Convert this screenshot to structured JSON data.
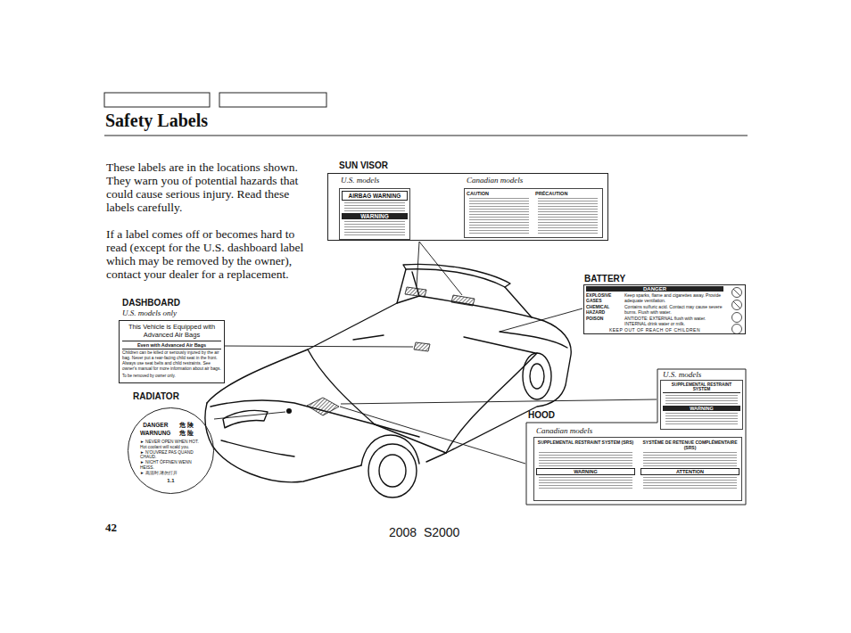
{
  "diagram": {
    "title": "Safety Labels",
    "nodes": [
      {
        "text": [
          "SUN VISOR",
          "U.S. models",
          "Canadian models"
        ]
      },
      {
        "text": [
          "AIRBAG WARNING",
          "WARNING"
        ],
        "in": 0
      },
      {
        "text": [
          "CAUTION",
          "PRÉCAUTION"
        ],
        "in": 0
      },
      {
        "text": [
          "BATTERY",
          "DANGER",
          "EXPLOSIVE GASES",
          "Keep sparks, flame and cigarettes away. Provide adequate ventilation.",
          "CHEMICAL HAZARD",
          "Contains sulfuric acid. Contact may cause severe burns. Flush with water.",
          "POISON",
          "ANTIDOTE: EXTERNAL flush with water. INTERNAL drink water or milk.",
          "KEEP OUT OF REACH OF CHILDREN"
        ]
      },
      {
        "text": [
          "DASHBOARD",
          "U.S. models only",
          "This Vehicle is Equipped with Advanced Air Bags",
          "Even with Advanced Air Bags",
          "Children can be killed or seriously injured by the air bag. Never put a rear-facing child seat in the front. Always use seat belts and child restraints. See owner's manual for more information about air bags.",
          "To be removed by owner only."
        ]
      },
      {
        "text": [
          "RADIATOR",
          "DANGER",
          "危 険",
          "WARNUNG",
          "危 险",
          "► NEVER OPEN WHEN HOT. Hot coolant will scald you.",
          "► N'OUVREZ PAS QUAND CHAUD.",
          "► NICHT ÖFFNEN WENN HEISS.",
          "► 高温时,请勿打开",
          "1.1"
        ]
      },
      {
        "text": [
          "HOOD"
        ]
      },
      {
        "text": [
          "U.S. models",
          "SUPPLEMENTAL RESTRAINT SYSTEM",
          "WARNING"
        ],
        "in": 6
      },
      {
        "text": [
          "Canadian models",
          "SUPPLEMENTAL RESTRAINT SYSTEM (SRS)",
          "SYSTÈME DE RETENUE COMPLÉMENTAIRE (SRS)",
          "WARNING",
          "ATTENTION"
        ],
        "in": 6
      }
    ],
    "labels": [
      "These labels are in the locations shown. They warn you of potential hazards that could cause serious injury. Read these labels carefully.",
      "If a label comes off or becomes hard to read (except for the U.S. dashboard label which may be removed by the owner), contact your dealer for a replacement.",
      "42",
      "2008  S2000"
    ]
  }
}
